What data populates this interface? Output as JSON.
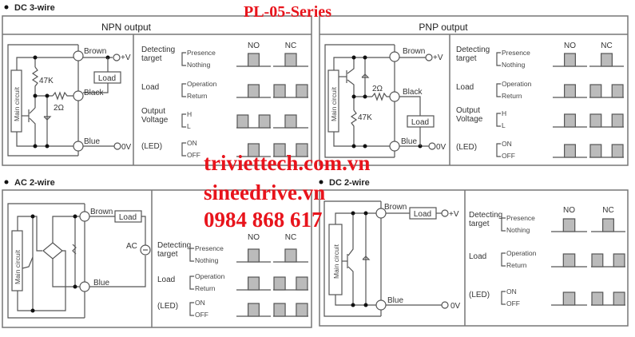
{
  "watermarks": {
    "series": "PL-05-Series",
    "site1": "triviettech.com.vn",
    "site2": "sineedrive.vn",
    "phone": "0984 868 617"
  },
  "sections": {
    "dc3": "DC 3-wire",
    "ac2": "AC 2-wire",
    "dc2": "DC 2-wire"
  },
  "npn": {
    "title": "NPN output",
    "main_circuit": "Main circuit",
    "brown": "Brown",
    "black": "Black",
    "blue": "Blue",
    "vplus": "+V",
    "zero": "0V",
    "load": "Load",
    "r1": "47K",
    "r2": "2Ω",
    "col_no": "NO",
    "col_nc": "NC",
    "rows": [
      {
        "label1": "Detecting",
        "label2": "target",
        "hi": "Presence",
        "lo": "Nothing",
        "no": "mid",
        "nc": "mid"
      },
      {
        "label1": "Load",
        "label2": "",
        "hi": "Operation",
        "lo": "Return",
        "no": "mid",
        "nc": "edges"
      },
      {
        "label1": "Output",
        "label2": "Voltage",
        "hi": "H",
        "lo": "L",
        "no": "edges",
        "nc": "mid"
      },
      {
        "label1": "(LED)",
        "label2": "",
        "hi": "ON",
        "lo": "OFF",
        "no": "mid",
        "nc": "edges"
      }
    ]
  },
  "pnp": {
    "title": "PNP output",
    "main_circuit": "Main circuit",
    "brown": "Brown",
    "black": "Black",
    "blue": "Blue",
    "vplus": "+V",
    "zero": "0V",
    "load": "Load",
    "r1": "47K",
    "r2": "2Ω",
    "col_no": "NO",
    "col_nc": "NC",
    "rows": [
      {
        "label1": "Detecting",
        "label2": "target",
        "hi": "Presence",
        "lo": "Nothing",
        "no": "mid",
        "nc": "mid"
      },
      {
        "label1": "Load",
        "label2": "",
        "hi": "Operation",
        "lo": "Return",
        "no": "mid",
        "nc": "edges"
      },
      {
        "label1": "Output",
        "label2": "Voltage",
        "hi": "H",
        "lo": "L",
        "no": "mid",
        "nc": "edges"
      },
      {
        "label1": "(LED)",
        "label2": "",
        "hi": "ON",
        "lo": "OFF",
        "no": "mid",
        "nc": "edges"
      }
    ]
  },
  "ac2": {
    "main_circuit": "Main circuit",
    "brown": "Brown",
    "blue": "Blue",
    "ac": "AC",
    "load": "Load",
    "col_no": "NO",
    "col_nc": "NC",
    "rows": [
      {
        "label1": "Detecting",
        "label2": "target",
        "hi": "Presence",
        "lo": "Nothing",
        "no": "mid",
        "nc": "mid"
      },
      {
        "label1": "Load",
        "label2": "",
        "hi": "Operation",
        "lo": "Return",
        "no": "mid",
        "nc": "edges"
      },
      {
        "label1": "(LED)",
        "label2": "",
        "hi": "ON",
        "lo": "OFF",
        "no": "mid",
        "nc": "edges"
      }
    ]
  },
  "dc2": {
    "main_circuit": "Main circuit",
    "brown": "Brown",
    "blue": "Blue",
    "vplus": "+V",
    "zero": "0V",
    "load": "Load",
    "col_no": "NO",
    "col_nc": "NC",
    "rows": [
      {
        "label1": "Detecting",
        "label2": "target",
        "hi": "Presence",
        "lo": "Nothing",
        "no": "mid",
        "nc": "mid"
      },
      {
        "label1": "Load",
        "label2": "",
        "hi": "Operation",
        "lo": "Return",
        "no": "mid",
        "nc": "edges"
      },
      {
        "label1": "(LED)",
        "label2": "",
        "hi": "ON",
        "lo": "OFF",
        "no": "mid",
        "nc": "edges"
      }
    ]
  }
}
